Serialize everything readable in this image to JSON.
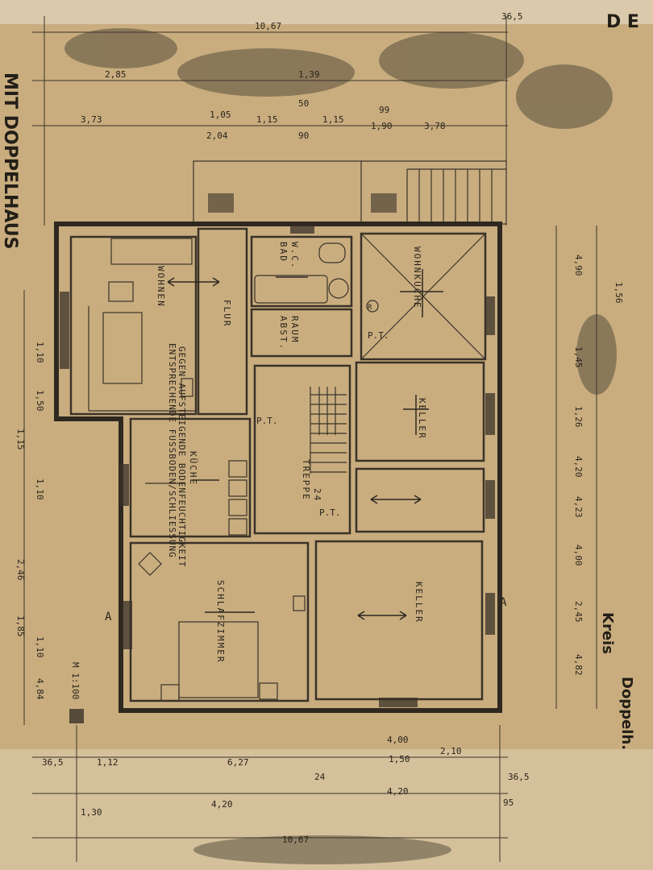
{
  "header": {
    "left_handwriting": "MIT DOPPELHAUS",
    "top_right_letters": "D E",
    "right_stamp": "Kreis",
    "right_stamp_sub": "Doppelh.",
    "scale_note": "M 1:100",
    "sheet_corner_mark": "36,5"
  },
  "dimensions": {
    "top_total": "10,67",
    "top_row1": [
      "2,85",
      "1,39"
    ],
    "top_row2": [
      "3,73",
      "1,05",
      "1,15",
      "1,15",
      "1,90",
      "3,78"
    ],
    "top_row2_sub": [
      "2,04",
      "90"
    ],
    "top_row3": [
      "50",
      "99"
    ],
    "bottom_row1": [
      "36,5",
      "1,12",
      "6,27",
      "4,00",
      "1,50",
      "2,10"
    ],
    "bottom_row2": [
      "24",
      "36,5"
    ],
    "bottom_row3": [
      "1,30",
      "4,20",
      "4,20",
      "95"
    ],
    "bottom_total": "10,67",
    "left_col": [
      "1,10",
      "1,50",
      "1,15",
      "1,10",
      "2,46",
      "1,10",
      "1,85",
      "4,84"
    ],
    "right_col": [
      "4,90",
      "1,56",
      "1,45",
      "1,26",
      "4,20",
      "4,23",
      "4,00",
      "2,45",
      "4,82"
    ],
    "section_mark_left": "A",
    "section_mark_right": "A"
  },
  "rooms": {
    "bad": "BAD",
    "wc": "W.C.",
    "abstell": "ABST.",
    "raum": "RAUM",
    "wohnkueche": "WOHNKÜCHE",
    "flur": "FLUR",
    "wohnen": "WOHNEN",
    "kueche": "KÜCHE",
    "keller": "KELLER",
    "treppe": "TREPPE",
    "treppe_steps": "24",
    "schlafzimmer": "SCHLAFZIMMER",
    "keller2": "KELLER",
    "pt_marks": [
      "P.T.",
      "P.T.",
      "P.T."
    ],
    "r_mark": "R"
  },
  "notes": {
    "line1": "ENTSPRECHENDE FUSSBODEN/SCHLIESSUNG",
    "line2": "GEGEN AUFSTEIGENDE BODENFEUCHTIGKEIT"
  }
}
